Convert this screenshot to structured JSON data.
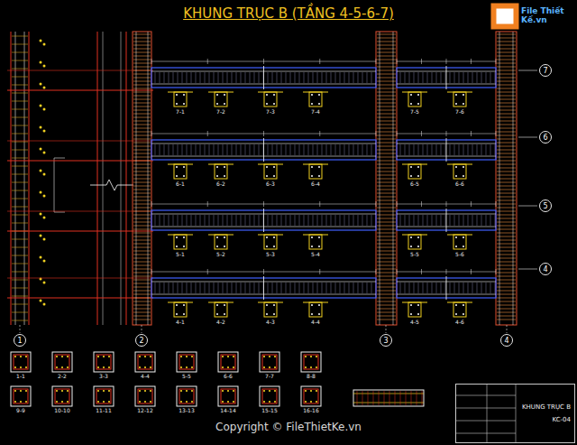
{
  "diagram": {
    "title": "KHUNG TRỤC B (TẦNG 4-5-6-7)",
    "nodes": [
      {
        "text": [
          "7"
        ]
      },
      {
        "text": [
          "6"
        ]
      },
      {
        "text": [
          "5"
        ]
      },
      {
        "text": [
          "4"
        ]
      },
      {
        "text": [
          "1"
        ]
      },
      {
        "text": [
          "2"
        ]
      },
      {
        "text": [
          "3"
        ]
      },
      {
        "text": [
          "4"
        ]
      },
      {
        "text": [
          "KHUNG TRỤC B",
          "KC-04"
        ]
      }
    ],
    "labels": [
      "File Thiết Kế.vn",
      "Copyright © FileThietKe.vn",
      "7-1",
      "7-2",
      "7-3",
      "7-4",
      "7-5",
      "7-6",
      "6-1",
      "6-2",
      "6-3",
      "6-4",
      "6-5",
      "6-6",
      "5-1",
      "5-2",
      "5-3",
      "5-4",
      "5-5",
      "5-6",
      "4-1",
      "4-2",
      "4-3",
      "4-4",
      "4-5",
      "4-6",
      "1-1",
      "2-2",
      "3-3",
      "4-4",
      "5-5",
      "6-6",
      "7-7",
      "8-8",
      "9-9",
      "10-10",
      "11-11",
      "12-12",
      "13-13",
      "14-14",
      "15-15",
      "16-16"
    ]
  }
}
